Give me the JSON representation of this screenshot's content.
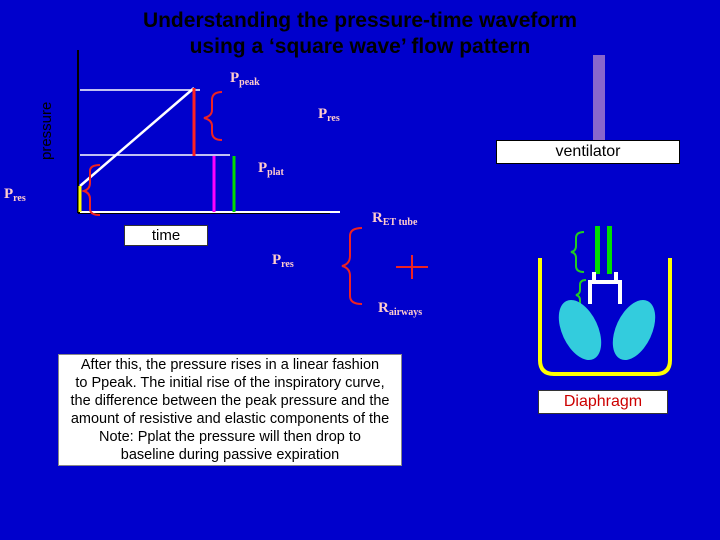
{
  "title": {
    "line1": "Understanding the pressure-time waveform",
    "line2": "using a ‘square wave’ flow pattern"
  },
  "axes": {
    "y_label": "pressure",
    "x_label": "time"
  },
  "labels": {
    "p_peak": {
      "main": "P",
      "sub": "peak"
    },
    "p_res_top": {
      "main": "P",
      "sub": "res"
    },
    "p_plat": {
      "main": "P",
      "sub": "plat"
    },
    "p_res_left": {
      "main": "P",
      "sub": "res"
    },
    "r_et_tube": {
      "main": "R",
      "sub": "ET tube"
    },
    "p_res_mid": {
      "main": "P",
      "sub": "res"
    },
    "r_airways": {
      "main": "R",
      "sub": "airways"
    }
  },
  "ventilator_label": "ventilator",
  "diaphragm_label": "Diaphragm",
  "note_lines": [
    "After this, the pressure rises in a linear fashion",
    "to Ppeak. The initial rise of the inspiratory curve,",
    "the difference between the peak pressure and the",
    "amount of resistive and elastic components of the",
    "Note: Pplat the pressure will then drop to",
    "baseline during passive expiration"
  ],
  "colors": {
    "background": "#0000cc",
    "label_pink": "#ffcccc",
    "brace_red": "#ee2222",
    "brace_green": "#22cc22",
    "plateau_green": "#00dd00",
    "vent_purple": "#8866cc",
    "lung_cyan": "#33ccdd",
    "trace_yellow": "#ffff00",
    "magenta": "#ff00ff"
  }
}
